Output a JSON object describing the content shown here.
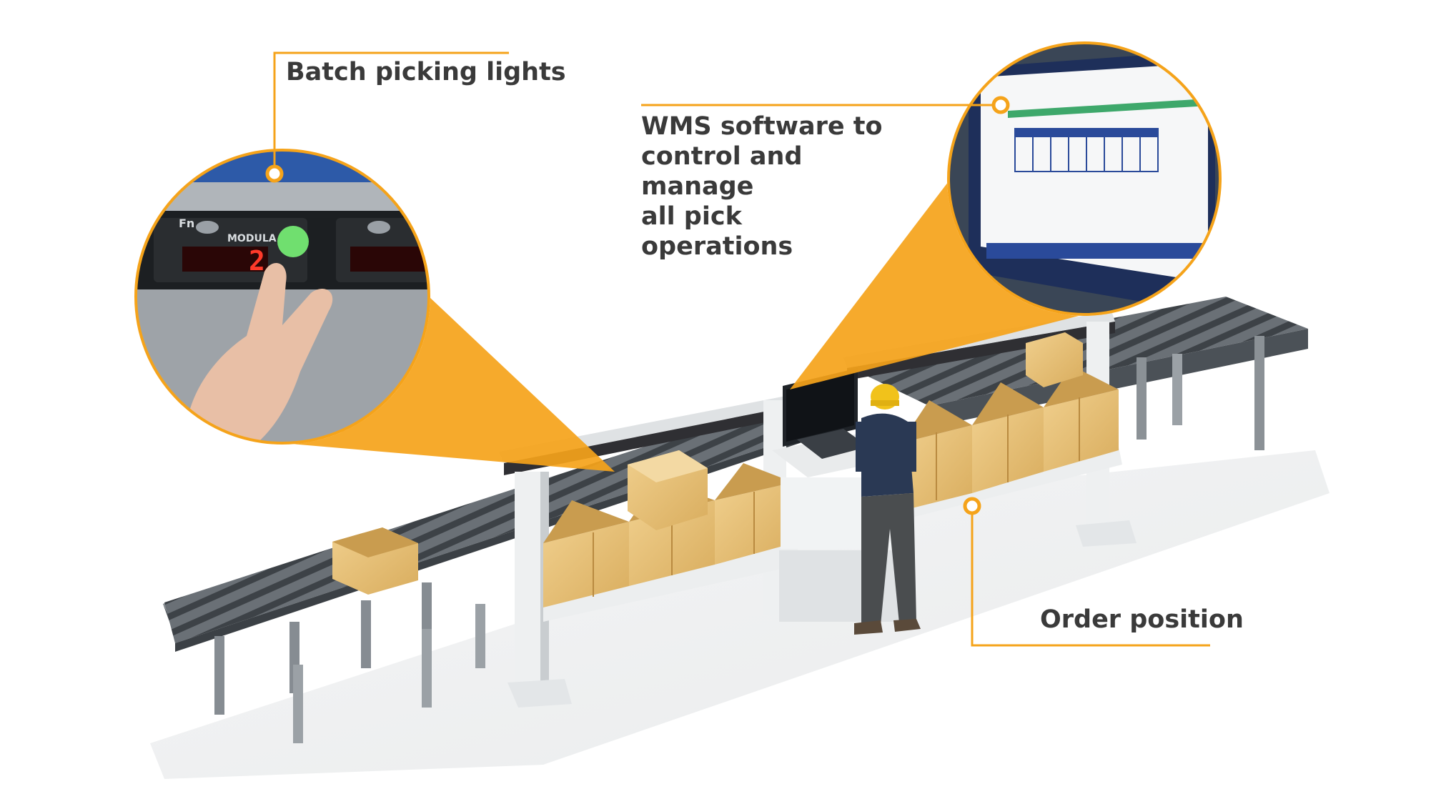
{
  "callouts": {
    "batch_lights": "Batch picking lights",
    "wms_line1": "WMS software to",
    "wms_line2": "control and manage",
    "wms_line3": "all pick operations",
    "order_position": "Order position"
  },
  "inset_display": {
    "fn_label": "Fn",
    "brand": "MODULA",
    "digit": "2"
  },
  "colors": {
    "accent": "#f5a31a",
    "label_text": "#3a3a3a",
    "roller": "#4b5157",
    "frame": "#e9ebec",
    "box": "#e8c27a",
    "screen": "#1e2f5a"
  },
  "icons": [
    "hotspot-dot"
  ]
}
